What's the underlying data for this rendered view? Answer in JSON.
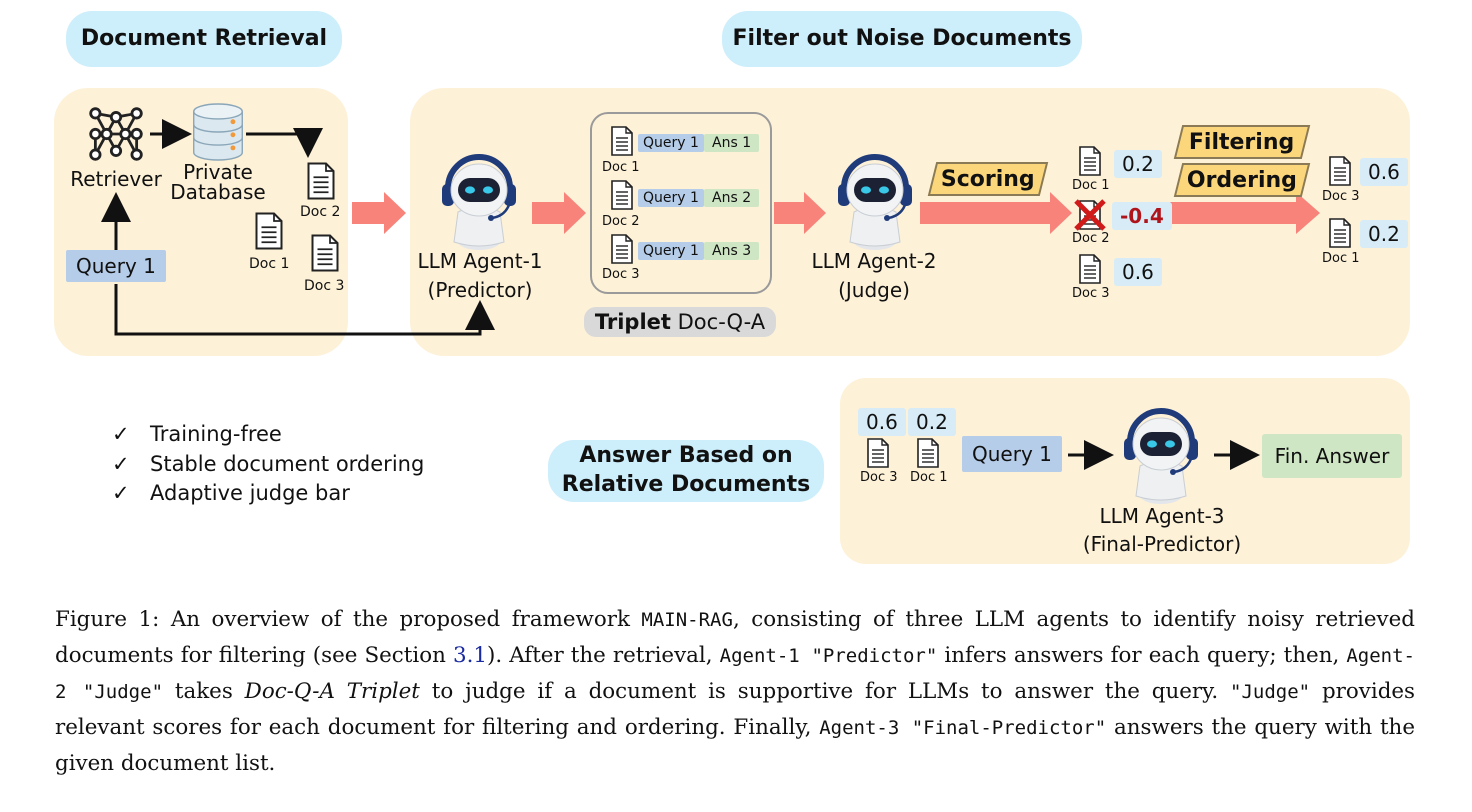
{
  "headers": {
    "retrieval": "Document Retrieval",
    "filter": "Filter out Noise Documents",
    "answer": "Answer Based on Relative Documents"
  },
  "retrieval": {
    "retriever_label": "Retriever",
    "database_label": "Private Database",
    "query_label": "Query 1",
    "docs": [
      "Doc 2",
      "Doc 1",
      "Doc 3"
    ]
  },
  "agents": {
    "agent1": "LLM Agent-1",
    "agent1_role": "(Predictor)",
    "agent2": "LLM Agent-2",
    "agent2_role": "(Judge)",
    "agent3": "LLM Agent-3",
    "agent3_role": "(Final-Predictor)"
  },
  "triplet": {
    "rows": [
      {
        "doc": "Doc 1",
        "query": "Query 1",
        "answer": "Ans 1"
      },
      {
        "doc": "Doc 2",
        "query": "Query 1",
        "answer": "Ans 2"
      },
      {
        "doc": "Doc 3",
        "query": "Query 1",
        "answer": "Ans 3"
      }
    ],
    "caption_bold": "Triplet",
    "caption_rest": "Doc-Q-A"
  },
  "scoring": {
    "label": "Scoring",
    "docs": [
      {
        "doc": "Doc 1",
        "score": "0.2"
      },
      {
        "doc": "Doc 2",
        "score": "-0.4"
      },
      {
        "doc": "Doc 3",
        "score": "0.6"
      }
    ]
  },
  "filtering": {
    "label_filter": "Filtering",
    "label_order": "Ordering",
    "docs": [
      {
        "doc": "Doc 3",
        "score": "0.6"
      },
      {
        "doc": "Doc 1",
        "score": "0.2"
      }
    ]
  },
  "final": {
    "docs": [
      {
        "doc": "Doc 3",
        "score": "0.6"
      },
      {
        "doc": "Doc 1",
        "score": "0.2"
      }
    ],
    "query": "Query 1",
    "answer": "Fin. Answer"
  },
  "checks": {
    "mark": "✓",
    "items": [
      "Training-free",
      "Stable document ordering",
      "Adaptive judge bar"
    ]
  },
  "caption": {
    "p1": "Figure 1: An overview of the proposed framework ",
    "p2": "MAIN-RAG",
    "p3": ", consisting of three LLM agents to identify noisy retrieved documents for filtering (see Section ",
    "p4": "3.1",
    "p5": "). After the retrieval, ",
    "p6": "Agent-1 \"Predictor\"",
    "p7": " infers answers for each query; then, ",
    "p8": "Agent-2 \"Judge\"",
    "p9": " takes ",
    "p10": "Doc-Q-A Triplet",
    "p11": " to judge if a document is supportive for LLMs to answer the query. ",
    "p12": "\"Judge\"",
    "p13": " provides relevant scores for each document for filtering and ordering. Finally, ",
    "p14": "Agent-3 \"Final-Predictor\"",
    "p15": " answers the query with the given document list."
  },
  "colors": {
    "panel": "#fdf1d8",
    "header_pill": "#cdeefb",
    "arrow": "#f7837a",
    "query_chip": "#b6cde9",
    "answer_chip": "#cfe6c4",
    "score_chip": "#d7ecf7",
    "tag": "#fbd67b",
    "negative_score": "#b0141b"
  }
}
